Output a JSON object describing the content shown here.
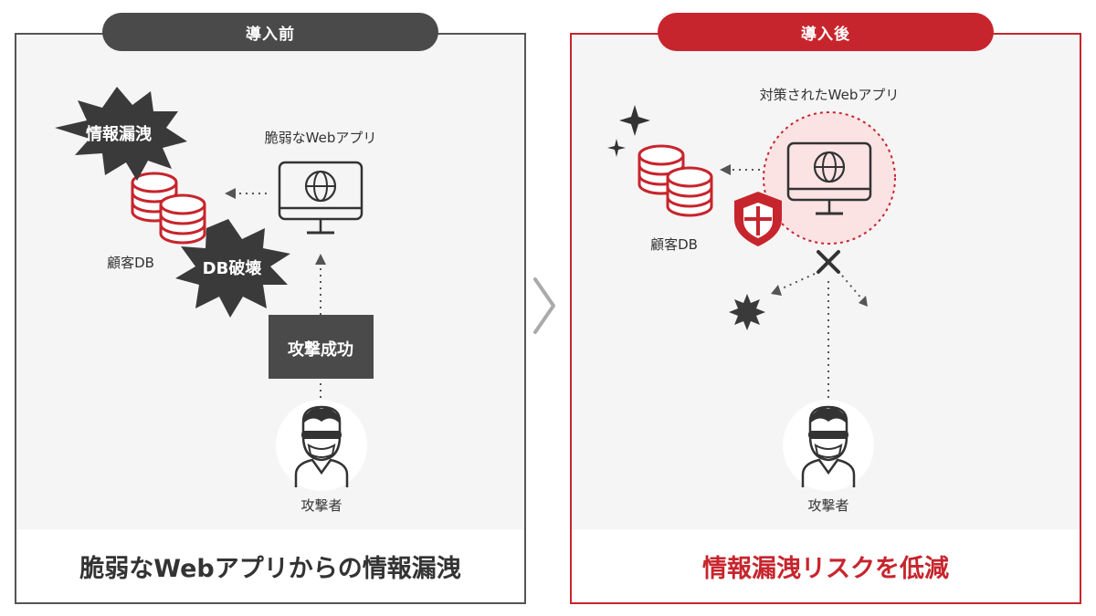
{
  "before": {
    "badge": "導入前",
    "app_label": "脆弱なWebアプリ",
    "db_label": "顧客DB",
    "burst_leak": "情報漏洩",
    "burst_db": "DB破壊",
    "attack_box": "攻撃成功",
    "attacker_label": "攻撃者",
    "caption": "脆弱なWebアプリからの情報漏洩"
  },
  "after": {
    "badge": "導入後",
    "app_label": "対策されたWebアプリ",
    "db_label": "顧客DB",
    "attacker_label": "攻撃者",
    "caption": "情報漏洩リスクを低減"
  },
  "colors": {
    "accent": "#c7252d",
    "dark": "#4a4a4a",
    "panel_bg": "#f5f5f5"
  }
}
